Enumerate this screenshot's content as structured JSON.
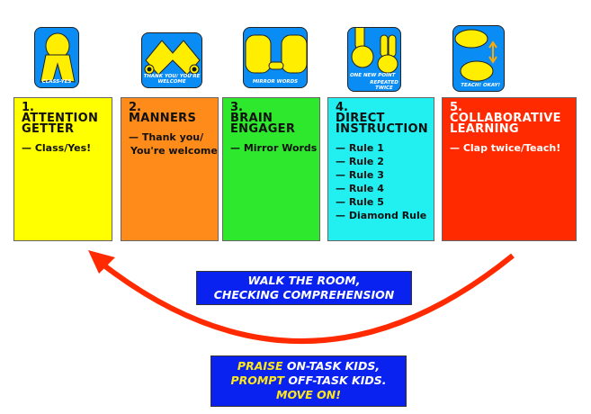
{
  "colors": {
    "yellow": "#ffff00",
    "orange": "#ff8c1a",
    "green": "#2ee82e",
    "cyan": "#22f0f0",
    "red": "#ff2a00",
    "icon_bg": "#0a8cf5",
    "banner_bg": "#0a22f0",
    "arrow": "#ff2a00",
    "highlight": "#ffe81a"
  },
  "icons": [
    {
      "name": "hands-clasped-icon",
      "caption": "Class-Yes"
    },
    {
      "name": "hands-bowing-icon",
      "caption": "Thank you/ You're welcome"
    },
    {
      "name": "mirror-hands-icon",
      "caption": "Mirror Words"
    },
    {
      "name": "finger-count-icon",
      "caption_a": "One new point",
      "caption_b": "Repeated twice"
    },
    {
      "name": "clapping-hands-icon",
      "caption": "Teach! Okay!"
    }
  ],
  "steps": [
    {
      "number": "1.",
      "title": "Attention Getter",
      "items": [
        "— Class/Yes!"
      ]
    },
    {
      "number": "2.",
      "title": "Manners",
      "items": [
        "— Thank you/",
        "You're welcome"
      ]
    },
    {
      "number": "3.",
      "title": "Brain Engager",
      "items": [
        "— Mirror Words"
      ]
    },
    {
      "number": "4.",
      "title": "Direct Instruction",
      "items": [
        "— Rule 1",
        "— Rule 2",
        "— Rule 3",
        "— Rule 4",
        "— Rule 5",
        "— Diamond Rule"
      ]
    },
    {
      "number": "5.",
      "title": "Collaborative Learning",
      "items": [
        "— Clap twice/Teach!"
      ]
    }
  ],
  "banners": {
    "walk": {
      "line1": "Walk the room,",
      "line2": "checking comprehension"
    },
    "praise": {
      "w1": "Praise",
      "r1": " on-task kids,",
      "w2": "Prompt",
      "r2": " off-task kids.",
      "w3": "Move on!"
    }
  }
}
